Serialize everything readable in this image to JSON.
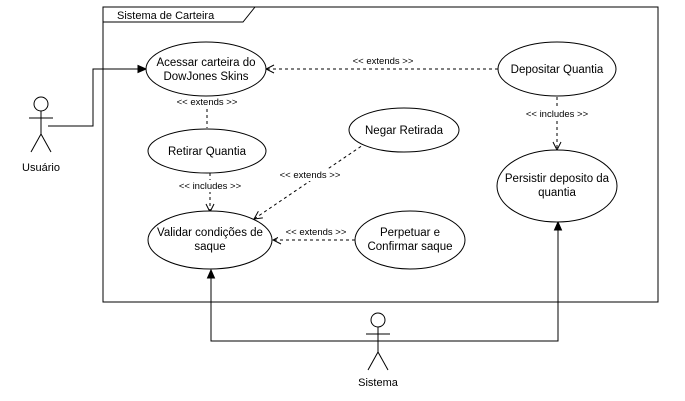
{
  "system_boundary": {
    "title": "Sistema de Carteira"
  },
  "actors": {
    "usuario": {
      "label": "Usuário"
    },
    "sistema": {
      "label": "Sistema"
    }
  },
  "use_cases": {
    "acessar": {
      "lines": [
        "Acessar carteira do",
        "DowJones Skins"
      ]
    },
    "depositar": {
      "lines": [
        "Depositar Quantia"
      ]
    },
    "retirar": {
      "lines": [
        "Retirar Quantia"
      ]
    },
    "negar": {
      "lines": [
        "Negar Retirada"
      ]
    },
    "persistir": {
      "lines": [
        "Persistir deposito da",
        "quantia"
      ]
    },
    "validar": {
      "lines": [
        "Validar condições de",
        "saque"
      ]
    },
    "perpetuar": {
      "lines": [
        "Perpetuar e",
        "Confirmar saque"
      ]
    }
  },
  "relations": {
    "depositar_acessar": "<< extends >>",
    "retirar_acessar": "<< extends >>",
    "depositar_persistir": "<< includes >>",
    "retirar_validar": "<< includes >>",
    "negar_validar": "<< extends >>",
    "perpetuar_validar": "<< extends >>"
  },
  "colors": {
    "stroke": "#000000",
    "background": "#ffffff"
  }
}
